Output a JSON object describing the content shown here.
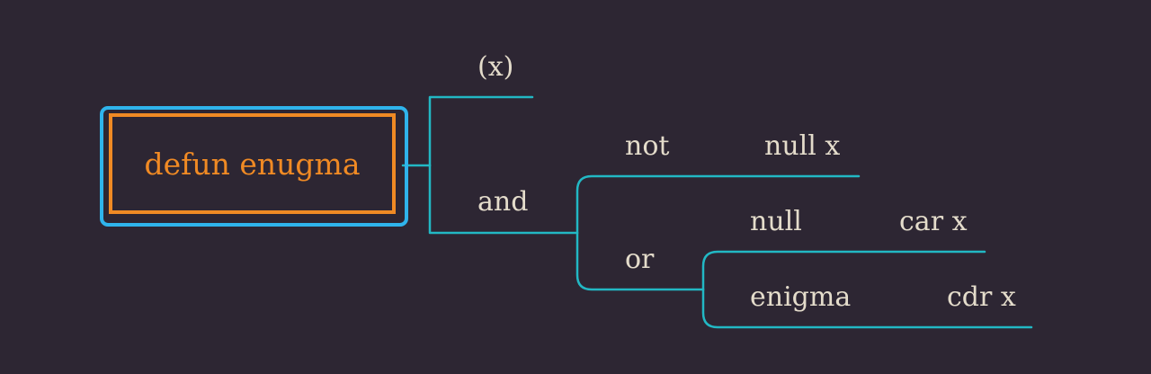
{
  "colors": {
    "background": "#2d2633",
    "connector": "#22b8c4",
    "root_text": "#f08a24",
    "root_inner_border": "#f08a24",
    "root_selection_border": "#2fb4ec",
    "node_text": "#e4dccb"
  },
  "root": {
    "label": "defun enugma"
  },
  "nodes": {
    "params": "(x)",
    "and": "and",
    "not": "not",
    "null_x": "null x",
    "or": "or",
    "null": "null",
    "car_x": "car x",
    "enigma": "enigma",
    "cdr_x": "cdr x"
  }
}
